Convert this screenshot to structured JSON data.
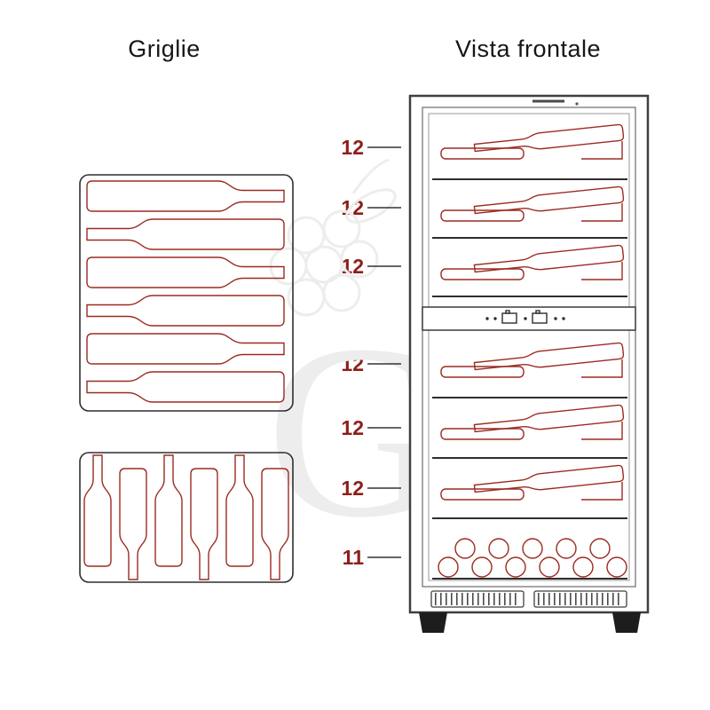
{
  "grids_panel": {
    "title": "Griglie"
  },
  "front_view_panel": {
    "title": "Vista frontale",
    "shelf_labels": [
      "12",
      "12",
      "12",
      "12",
      "12",
      "12",
      "11"
    ]
  },
  "watermark": {
    "letter": "G"
  },
  "colors": {
    "accent_red": "#9b2b22",
    "label_red": "#8c1f1a",
    "outline_dark": "#3f3f3f",
    "watermark_gray": "#ededed"
  }
}
